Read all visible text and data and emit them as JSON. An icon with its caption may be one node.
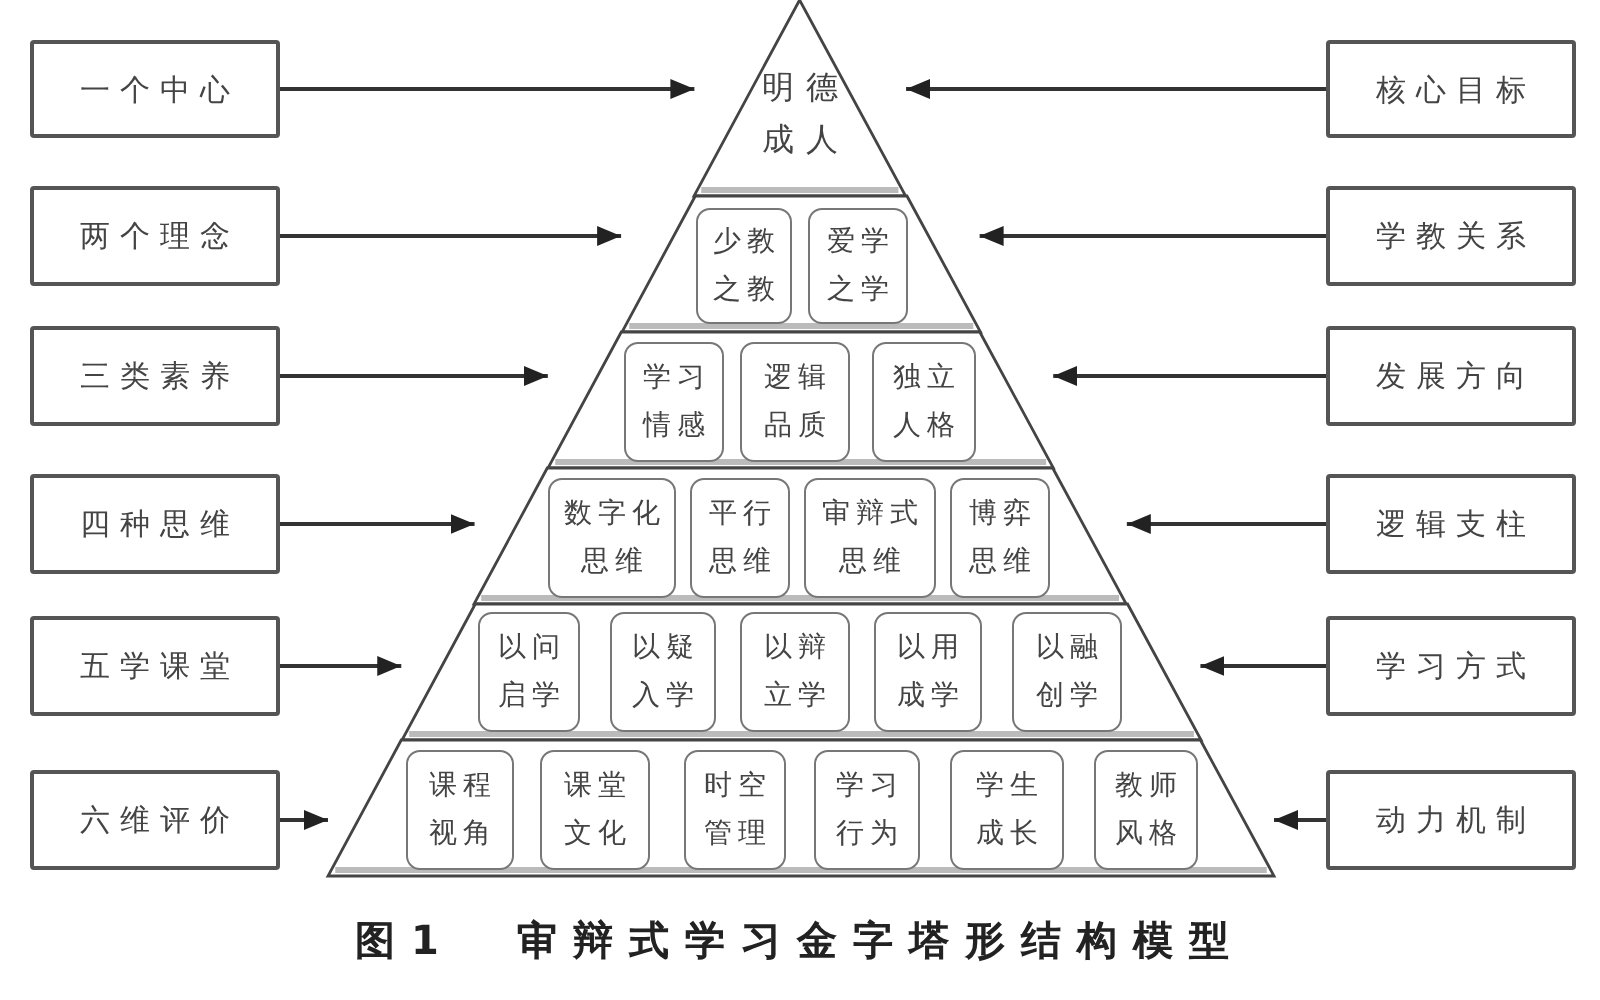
{
  "diagram": {
    "caption": "图1 审辩式学习金字塔形结构模型",
    "nodes": [
      {
        "text": [
          "一个中心"
        ]
      },
      {
        "text": [
          "明德成人"
        ]
      },
      {
        "text": [
          "核心目标"
        ]
      },
      {
        "text": [
          "两个理念"
        ]
      },
      {
        "text": [],
        "shape": "trapezoid"
      },
      {
        "text": [
          "少教之教"
        ],
        "in": 4
      },
      {
        "text": [
          "爱学之学"
        ],
        "in": 4
      },
      {
        "text": [
          "学教关系"
        ]
      },
      {
        "text": [
          "三类素养"
        ]
      },
      {
        "text": [],
        "shape": "trapezoid"
      },
      {
        "text": [
          "学习情感"
        ],
        "in": 9
      },
      {
        "text": [
          "逻辑品质"
        ],
        "in": 9
      },
      {
        "text": [
          "独立人格"
        ],
        "in": 9
      },
      {
        "text": [
          "发展方向"
        ]
      },
      {
        "text": [
          "四种思维"
        ]
      },
      {
        "text": [],
        "shape": "trapezoid"
      },
      {
        "text": [
          "数字化思维"
        ],
        "in": 15
      },
      {
        "text": [
          "平行思维"
        ],
        "in": 15
      },
      {
        "text": [
          "审辩式思维"
        ],
        "in": 15
      },
      {
        "text": [
          "博弈思维"
        ],
        "in": 15
      },
      {
        "text": [
          "逻辑支柱"
        ]
      },
      {
        "text": [
          "五学课堂"
        ]
      },
      {
        "text": [],
        "shape": "trapezoid"
      },
      {
        "text": [
          "以问启学"
        ],
        "in": 22
      },
      {
        "text": [
          "以疑入学"
        ],
        "in": 22
      },
      {
        "text": [
          "以辩立学"
        ],
        "in": 22
      },
      {
        "text": [
          "以用成学"
        ],
        "in": 22
      },
      {
        "text": [
          "以融创学"
        ],
        "in": 22
      },
      {
        "text": [
          "学习方式"
        ]
      },
      {
        "text": [
          "六维评价"
        ]
      },
      {
        "text": [],
        "shape": "trapezoid"
      },
      {
        "text": [
          "课程视角"
        ],
        "in": 30
      },
      {
        "text": [
          "课堂文化"
        ],
        "in": 30
      },
      {
        "text": [
          "时空管理"
        ],
        "in": 30
      },
      {
        "text": [
          "学习行为"
        ],
        "in": 30
      },
      {
        "text": [
          "学生成长"
        ],
        "in": 30
      },
      {
        "text": [
          "教师风格"
        ],
        "in": 30
      },
      {
        "text": [
          "动力机制"
        ]
      }
    ],
    "edges": [
      {
        "from": 0,
        "to": 1,
        "arrow": "to"
      },
      {
        "from": 2,
        "to": 1,
        "arrow": "to"
      },
      {
        "from": 3,
        "to": 4,
        "arrow": "to"
      },
      {
        "from": 7,
        "to": 4,
        "arrow": "to"
      },
      {
        "from": 8,
        "to": 9,
        "arrow": "to"
      },
      {
        "from": 13,
        "to": 9,
        "arrow": "to"
      },
      {
        "from": 14,
        "to": 15,
        "arrow": "to"
      },
      {
        "from": 20,
        "to": 15,
        "arrow": "to"
      },
      {
        "from": 21,
        "to": 22,
        "arrow": "to"
      },
      {
        "from": 28,
        "to": 22,
        "arrow": "to"
      },
      {
        "from": 29,
        "to": 30,
        "arrow": "to"
      },
      {
        "from": 37,
        "to": 30,
        "arrow": "to"
      }
    ]
  }
}
